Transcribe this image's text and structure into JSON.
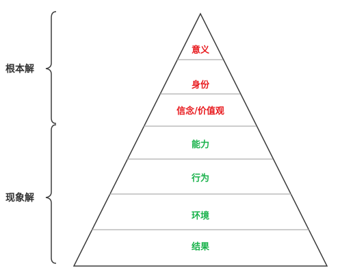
{
  "groups": [
    {
      "label": "根本解"
    },
    {
      "label": "现象解"
    }
  ],
  "levels": [
    {
      "label": "意义",
      "group": "根本解"
    },
    {
      "label": "身份",
      "group": "根本解"
    },
    {
      "label": "信念/价值观",
      "group": "根本解"
    },
    {
      "label": "能力",
      "group": "现象解"
    },
    {
      "label": "行为",
      "group": "现象解"
    },
    {
      "label": "环境",
      "group": "现象解"
    },
    {
      "label": "结果",
      "group": "现象解"
    }
  ],
  "colors": {
    "root_text": "#e8191d",
    "phenomenon_text": "#19b24b",
    "outline": "#3a3a3a",
    "divider": "#9a9a9a",
    "side_text": "#333333"
  }
}
